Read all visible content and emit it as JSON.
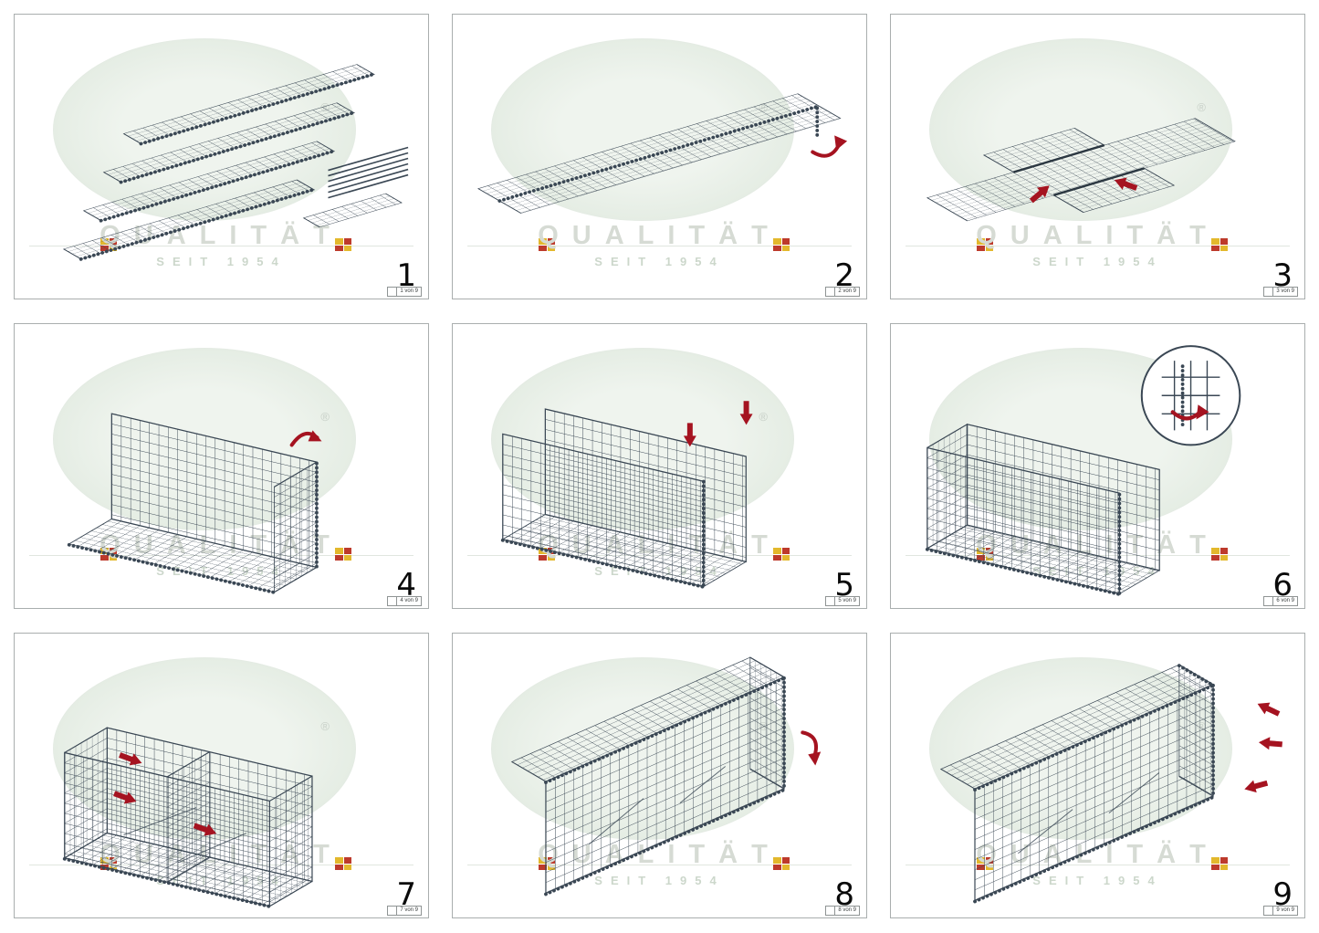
{
  "watermark": {
    "brand": "QUALITÄT",
    "since": "SEIT 1954",
    "registered": "®"
  },
  "colors": {
    "mesh": "#3a4754",
    "arrow": "#a51320",
    "watermark_text": "#d6dbd4",
    "panel_border": "#a9aeae",
    "flag_yellow": "#e3b82c",
    "flag_red": "#bd3a2b"
  },
  "steps": [
    {
      "number": "1",
      "page_label": "1 von 9"
    },
    {
      "number": "2",
      "page_label": "2 von 9"
    },
    {
      "number": "3",
      "page_label": "3 von 9"
    },
    {
      "number": "4",
      "page_label": "4 von 9"
    },
    {
      "number": "5",
      "page_label": "5 von 9"
    },
    {
      "number": "6",
      "page_label": "6 von 9"
    },
    {
      "number": "7",
      "page_label": "7 von 9"
    },
    {
      "number": "8",
      "page_label": "8 von 9"
    },
    {
      "number": "9",
      "page_label": "9 von 9"
    }
  ]
}
